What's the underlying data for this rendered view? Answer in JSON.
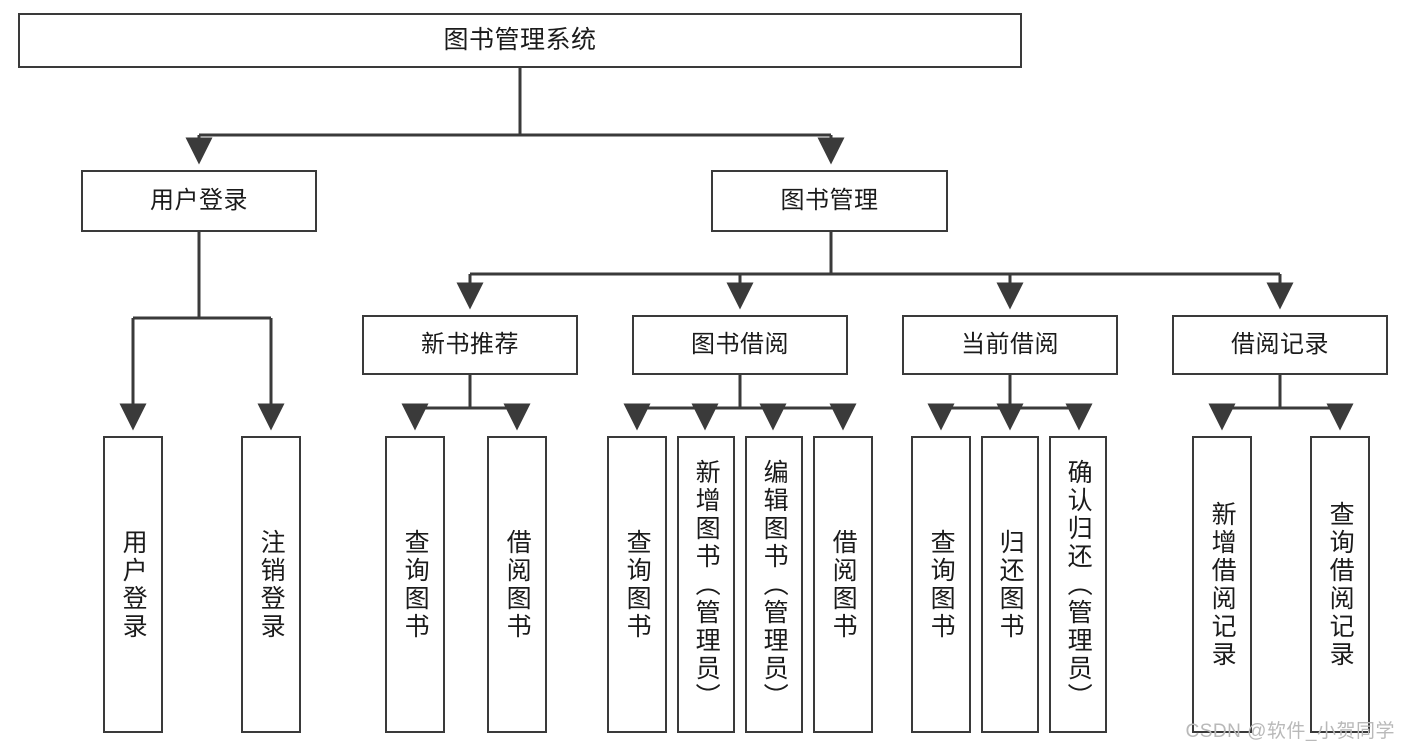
{
  "diagram": {
    "title": "图书管理系统",
    "type": "tree-hierarchy",
    "root": {
      "label": "图书管理系统"
    },
    "level2": [
      {
        "label": "用户登录"
      },
      {
        "label": "图书管理"
      }
    ],
    "level3": [
      {
        "label": "新书推荐"
      },
      {
        "label": "图书借阅"
      },
      {
        "label": "当前借阅"
      },
      {
        "label": "借阅记录"
      }
    ],
    "leaves": [
      {
        "label": "用户登录",
        "parent": "用户登录"
      },
      {
        "label": "注销登录",
        "parent": "用户登录"
      },
      {
        "label": "查询图书",
        "parent": "新书推荐"
      },
      {
        "label": "借阅图书",
        "parent": "新书推荐"
      },
      {
        "label": "查询图书",
        "parent": "图书借阅"
      },
      {
        "label": "新增图书（管理员）",
        "parent": "图书借阅"
      },
      {
        "label": "编辑图书（管理员）",
        "parent": "图书借阅"
      },
      {
        "label": "借阅图书",
        "parent": "图书借阅"
      },
      {
        "label": "查询图书",
        "parent": "当前借阅"
      },
      {
        "label": "归还图书",
        "parent": "当前借阅"
      },
      {
        "label": "确认归还（管理员）",
        "parent": "当前借阅"
      },
      {
        "label": "新增借阅记录",
        "parent": "借阅记录"
      },
      {
        "label": "查询借阅记录",
        "parent": "借阅记录"
      }
    ]
  },
  "watermark": {
    "text": "CSDN @软件_小贺同学"
  },
  "colors": {
    "stroke": "#3a3a3a",
    "text": "#1b1b1b",
    "background": "#ffffff",
    "watermark": "#b9b9b9"
  }
}
